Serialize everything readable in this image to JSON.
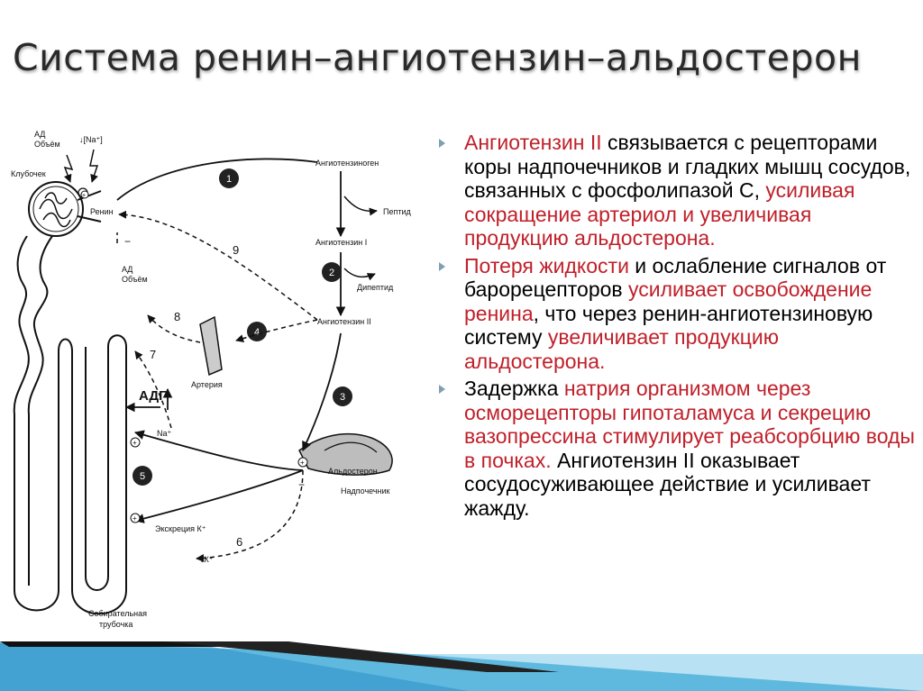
{
  "slide": {
    "title": "Система ренин–ангиотензин–альдостерон"
  },
  "diagram": {
    "labels": {
      "ad_volume_top": "АД",
      "volume_top": "Объём",
      "na": "↓[Na⁺]",
      "glomerulus": "Клубочек",
      "renin": "Ренин",
      "angiotensinogen": "Ангиотензиноген",
      "peptide": "Пептид",
      "angiotensin1": "Ангиотензин I",
      "dipeptide": "Дипептид",
      "angiotensin2": "Ангиотензин II",
      "ad_mid": "АД",
      "volume_mid": "Объём",
      "artery": "Артерия",
      "adh": "АДГ",
      "na_plus": "Na⁺",
      "aldosterone": "Альдостерон",
      "adrenal": "Надпочечник",
      "k_excretion": "Экскреция К⁺",
      "k_low": "↓К⁺",
      "collecting_duct": "Собирательная",
      "collecting_duct2": "трубочка"
    },
    "step_numbers": [
      "1",
      "2",
      "3",
      "4",
      "5"
    ],
    "path_numbers": [
      "6",
      "7",
      "8",
      "9"
    ],
    "signs": {
      "plus": "+",
      "minus": "−"
    }
  },
  "bullets": [
    {
      "parts": [
        {
          "text": "Ангиотензин II",
          "highlight": true
        },
        {
          "text": " связывается с рецепторами коры надпочечников и гладких мышц сосудов, связанных с фосфолипазой С, ",
          "highlight": false
        },
        {
          "text": "усиливая сокращение артериол и увеличивая продукцию альдостерона.",
          "highlight": true
        }
      ]
    },
    {
      "parts": [
        {
          "text": "Потеря жидкости",
          "highlight": true
        },
        {
          "text": " и ослабление сигналов от барорецепторов ",
          "highlight": false
        },
        {
          "text": "усиливает освобождение ренина",
          "highlight": true
        },
        {
          "text": ", что через ренин-ангиотензиновую систему ",
          "highlight": false
        },
        {
          "text": "увеличивает продукцию альдостерона.",
          "highlight": true
        }
      ]
    },
    {
      "parts": [
        {
          "text": "Задержка ",
          "highlight": false
        },
        {
          "text": "натрия организмом через осморецепторы гипоталамуса и секрецию вазопрессина стимулирует реабсорбцию воды в почках.",
          "highlight": true
        },
        {
          "text": " Ангиотензин II  оказывает сосудосуживающее действие и усиливает жажду.",
          "highlight": false
        }
      ]
    }
  ],
  "colors": {
    "highlight": "#c0202a",
    "bullet_marker": "#7ea0b4",
    "footer_dark": "#111111",
    "footer_blue": "#9fd6ee"
  }
}
